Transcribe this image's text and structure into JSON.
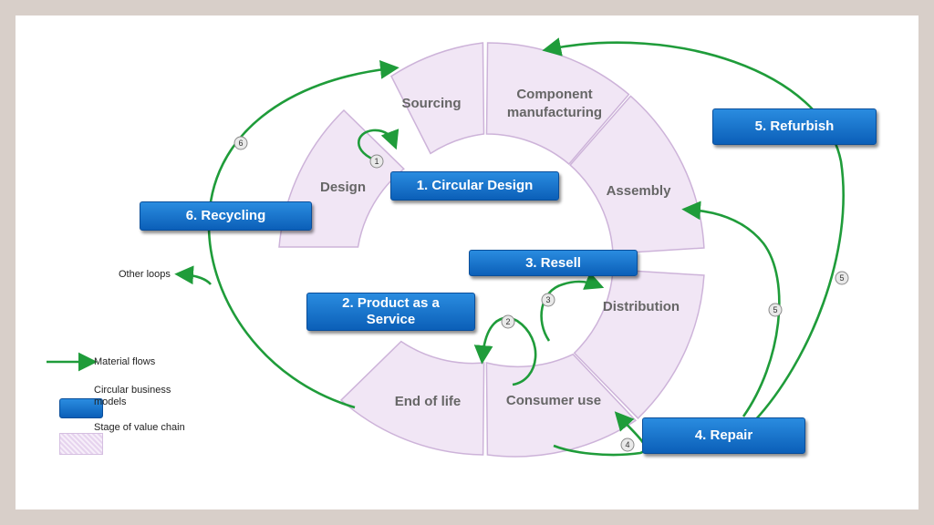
{
  "stages": {
    "sourcing": "Sourcing",
    "component_manufacturing_1": "Component",
    "component_manufacturing_2": "manufacturing",
    "assembly": "Assembly",
    "distribution": "Distribution",
    "consumer_use": "Consumer use",
    "end_of_life": "End of life",
    "design": "Design"
  },
  "models": {
    "circular_design": "1. Circular Design",
    "product_as_service_1": "2. Product as a",
    "product_as_service_2": "Service",
    "resell": "3. Resell",
    "repair": "4. Repair",
    "refurbish": "5. Refurbish",
    "recycling": "6. Recycling"
  },
  "loop_numbers": {
    "n1": "1",
    "n2": "2",
    "n3": "3",
    "n4": "4",
    "n5a": "5",
    "n5b": "5",
    "n6": "6"
  },
  "other_loops": "Other loops",
  "legend": {
    "material_flows": "Material flows",
    "business_models_1": "Circular business",
    "business_models_2": "models",
    "stage": "Stage of value chain"
  },
  "colors": {
    "flow": "#1f9c3a",
    "box": "#0b5fb8",
    "stage": "#f1e6f5"
  }
}
